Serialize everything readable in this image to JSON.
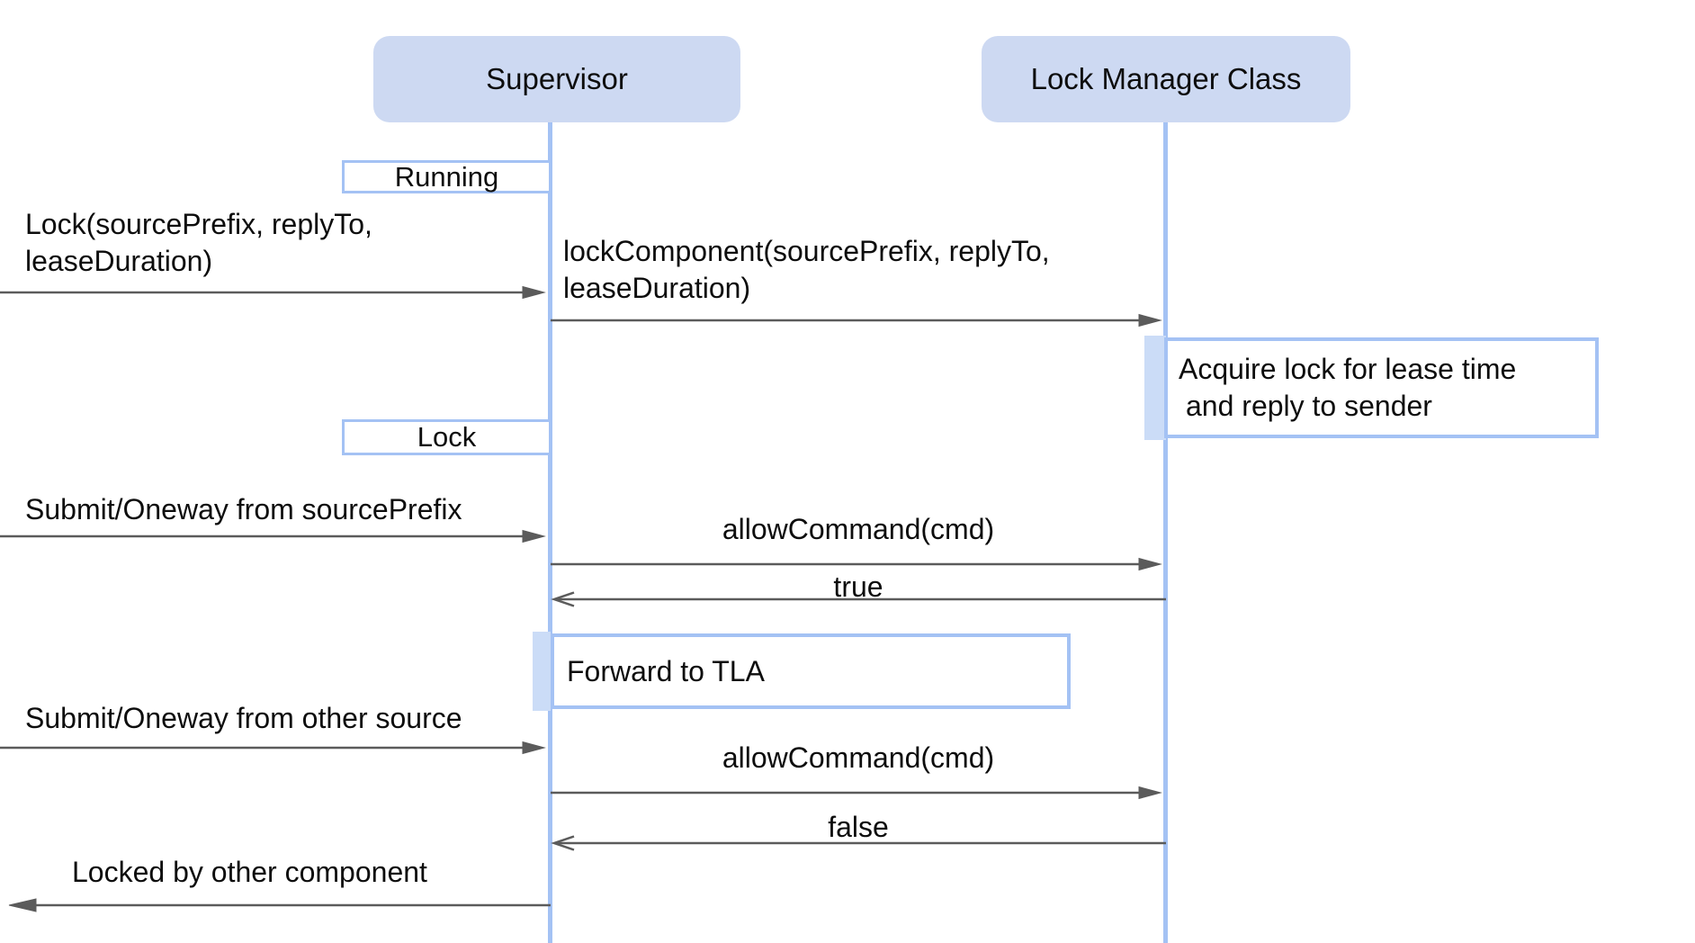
{
  "diagram": {
    "type": "sequence-diagram",
    "actors": [
      {
        "label": "Supervisor"
      },
      {
        "label": "Lock Manager Class"
      }
    ],
    "states": [
      {
        "label": "Running"
      },
      {
        "label": "Lock"
      }
    ],
    "notes": [
      {
        "lines": [
          "Acquire lock for lease time",
          "and reply to sender"
        ]
      },
      {
        "lines": [
          "Forward to TLA"
        ]
      }
    ],
    "messages": [
      {
        "from": "external",
        "to": "Supervisor",
        "lines": [
          "Lock(sourcePrefix, replyTo,",
          "leaseDuration)"
        ]
      },
      {
        "from": "Supervisor",
        "to": "Lock Manager Class",
        "lines": [
          "lockComponent(sourcePrefix, replyTo,",
          "leaseDuration)"
        ]
      },
      {
        "from": "external",
        "to": "Supervisor",
        "label": "Submit/Oneway from sourcePrefix"
      },
      {
        "from": "Supervisor",
        "to": "Lock Manager Class",
        "label": "allowCommand(cmd)"
      },
      {
        "from": "Lock Manager Class",
        "to": "Supervisor",
        "label": "true"
      },
      {
        "from": "external",
        "to": "Supervisor",
        "label": "Submit/Oneway from other source"
      },
      {
        "from": "Supervisor",
        "to": "Lock Manager Class",
        "label": "allowCommand(cmd)"
      },
      {
        "from": "Lock Manager Class",
        "to": "Supervisor",
        "label": "false"
      },
      {
        "from": "Supervisor",
        "to": "external",
        "label": "Locked by other component"
      }
    ],
    "colors": {
      "actor_fill": "#cdd9f2",
      "lifeline_blue": "#a4c2f4",
      "activation_fill": "#cbdcf7",
      "arrow_gray": "#5b5b5b",
      "text": "#0d0d0d",
      "background": "#ffffff"
    }
  }
}
